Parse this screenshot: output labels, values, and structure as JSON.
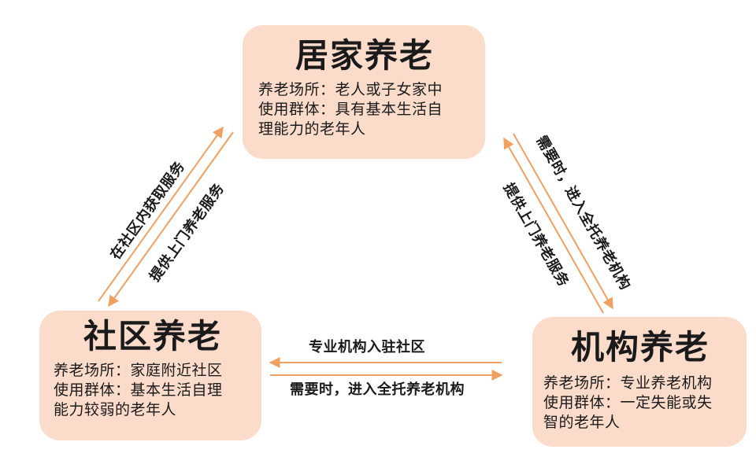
{
  "nodes": {
    "home": {
      "title": "居家养老",
      "lines": [
        "养老场所：老人或子女家中",
        "使用群体：具有基本生活自",
        "理能力的老年人"
      ]
    },
    "community": {
      "title": "社区养老",
      "lines": [
        "养老场所：家庭附近社区",
        "使用群体：基本生活自理",
        "能力较弱的老年人"
      ]
    },
    "institution": {
      "title": "机构养老",
      "lines": [
        "养老场所：专业养老机构",
        "使用群体：一定失能或失",
        "智的老年人"
      ]
    }
  },
  "edges": {
    "community_to_home": "在社区内获取服务",
    "home_to_community": "提供上门养老服务",
    "home_to_institution": "需要时，进入全托养老机构",
    "institution_to_home": "提供上门养老服务",
    "institution_to_community": "专业机构入驻社区",
    "community_to_institution": "需要时，进入全托养老机构"
  },
  "colors": {
    "node_fill": "#fbdccb",
    "arrow": "#f0a060",
    "text": "#1a1a1a"
  }
}
